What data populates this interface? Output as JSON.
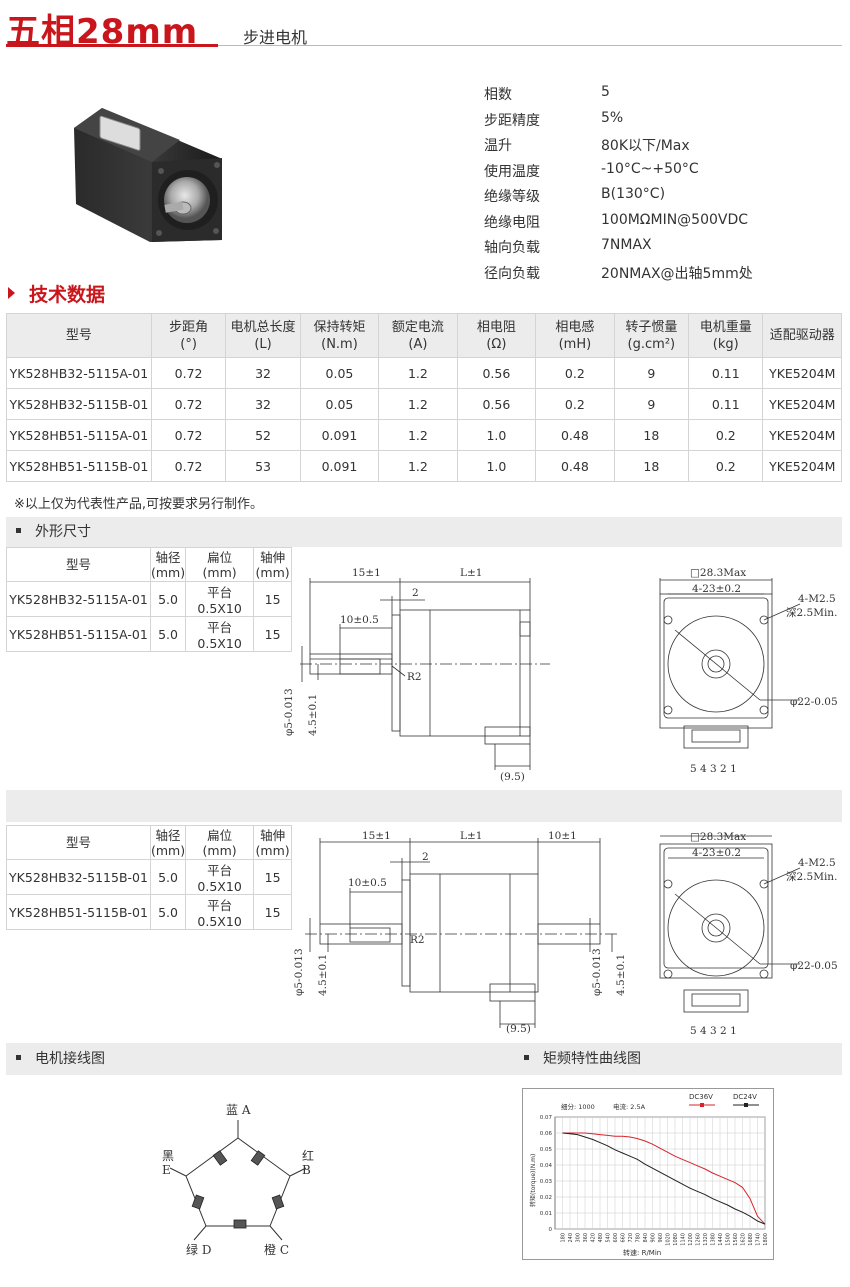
{
  "header": {
    "title": "五相28mm",
    "subtitle": "步进电机"
  },
  "specs": [
    {
      "k": "相数",
      "v": "5"
    },
    {
      "k": "步距精度",
      "v": "5%"
    },
    {
      "k": "温升",
      "v": "80K以下/Max"
    },
    {
      "k": "使用温度",
      "v": "-10°C~+50°C"
    },
    {
      "k": "绝缘等级",
      "v": "B(130°C)"
    },
    {
      "k": "绝缘电阻",
      "v": "100MΩMIN@500VDC"
    },
    {
      "k": "轴向负载",
      "v": "7NMAX"
    },
    {
      "k": "径向负载",
      "v": "20NMAX@出轴5mm处"
    }
  ],
  "section_title": "技术数据",
  "main_table": {
    "headers": [
      [
        "型号",
        ""
      ],
      [
        "步距角",
        "(°)"
      ],
      [
        "电机总长度",
        "(L)"
      ],
      [
        "保持转矩",
        "(N.m)"
      ],
      [
        "额定电流",
        "(A)"
      ],
      [
        "相电阻",
        "(Ω)"
      ],
      [
        "相电感",
        "(mH)"
      ],
      [
        "转子惯量",
        "(g.cm²)"
      ],
      [
        "电机重量",
        "(kg)"
      ],
      [
        "适配驱动器",
        ""
      ]
    ],
    "rows": [
      [
        "YK528HB32-5115A-01",
        "0.72",
        "32",
        "0.05",
        "1.2",
        "0.56",
        "0.2",
        "9",
        "0.11",
        "YKE5204M"
      ],
      [
        "YK528HB32-5115B-01",
        "0.72",
        "32",
        "0.05",
        "1.2",
        "0.56",
        "0.2",
        "9",
        "0.11",
        "YKE5204M"
      ],
      [
        "YK528HB51-5115A-01",
        "0.72",
        "52",
        "0.091",
        "1.2",
        "1.0",
        "0.48",
        "18",
        "0.2",
        "YKE5204M"
      ],
      [
        "YK528HB51-5115B-01",
        "0.72",
        "53",
        "0.091",
        "1.2",
        "1.0",
        "0.48",
        "18",
        "0.2",
        "YKE5204M"
      ]
    ]
  },
  "note": "※以上仅为代表性产品,可按要求另行制作。",
  "outline_title": "外形尺寸",
  "dim_table_a": {
    "headers": [
      [
        "型号",
        ""
      ],
      [
        "轴径",
        "(mm)"
      ],
      [
        "扁位",
        "(mm)"
      ],
      [
        "轴伸",
        "(mm)"
      ]
    ],
    "rows": [
      [
        "YK528HB32-5115A-01",
        "5.0",
        "平台0.5X10",
        "15"
      ],
      [
        "YK528HB51-5115A-01",
        "5.0",
        "平台0.5X10",
        "15"
      ]
    ]
  },
  "dim_table_b": {
    "headers": [
      [
        "型号",
        ""
      ],
      [
        "轴径",
        "(mm)"
      ],
      [
        "扁位",
        "(mm)"
      ],
      [
        "轴伸",
        "(mm)"
      ]
    ],
    "rows": [
      [
        "YK528HB32-5115B-01",
        "5.0",
        "平台0.5X10",
        "15"
      ],
      [
        "YK528HB51-5115B-01",
        "5.0",
        "平台0.5X10",
        "15"
      ]
    ]
  },
  "drawing_a": {
    "d_15": "15±1",
    "d_L": "L±1",
    "d_2": "2",
    "d_10": "10±0.5",
    "d_R2": "R2",
    "d_phi5": "φ5-0.013",
    "d_45": "4.5±0.1",
    "d_95": "(9.5)",
    "d_sq": "□28.3Max",
    "d_423": "4-23±0.2",
    "d_4m25": "4-M2.5",
    "d_depth": "深2.5Min.",
    "d_phi22": "φ22-0.05",
    "pins": "5 4 3 2 1"
  },
  "drawing_b": {
    "d_15": "15±1",
    "d_L": "L±1",
    "d_10r": "10±1",
    "d_2": "2",
    "d_10": "10±0.5",
    "d_R2": "R2",
    "d_phi5": "φ5-0.013",
    "d_45": "4.5±0.1",
    "d_phi5r": "φ5-0.013",
    "d_45r": "4.5±0.1",
    "d_95": "(9.5)",
    "d_sq": "□28.3Max",
    "d_423": "4-23±0.2",
    "d_4m25": "4-M2.5",
    "d_depth": "深2.5Min.",
    "d_phi22": "φ22-0.05",
    "pins": "5 4 3 2 1"
  },
  "wiring_title": "电机接线图",
  "wiring": {
    "a": "蓝 A",
    "b_top": "红",
    "b_bot": "B",
    "e_top": "黑",
    "e_bot": "E",
    "c": "橙 C",
    "d": "绿 D"
  },
  "torque_title": "矩频特性曲线图",
  "chart_data": {
    "type": "line",
    "title": "",
    "info_subdiv": "细分: 1000",
    "info_current": "电流: 2.5A",
    "xlabel": "转速: R/Min",
    "ylabel": "转矩(torque)(N.m)",
    "x": [
      180,
      240,
      300,
      360,
      420,
      480,
      540,
      600,
      660,
      720,
      780,
      840,
      900,
      960,
      1020,
      1080,
      1140,
      1200,
      1260,
      1320,
      1380,
      1440,
      1500,
      1560,
      1620,
      1680,
      1740,
      1800
    ],
    "x_ticks": [
      "180",
      "240",
      "300",
      "360",
      "420",
      "480",
      "540",
      "600",
      "660",
      "720",
      "780",
      "840",
      "900",
      "960",
      "1020",
      "1080",
      "1140",
      "1200",
      "1260",
      "1320",
      "1380",
      "1440",
      "1500",
      "1560",
      "1620",
      "1680",
      "1740",
      "1800"
    ],
    "y_ticks": [
      "0",
      "0.01",
      "0.02",
      "0.03",
      "0.04",
      "0.05",
      "0.06",
      "0.07"
    ],
    "ylim": [
      0,
      0.07
    ],
    "xlim": [
      120,
      1800
    ],
    "legend_position": "top-right",
    "series": [
      {
        "name": "DC36V",
        "color": "#d9232b",
        "values": [
          0.06,
          0.06,
          0.06,
          0.06,
          0.0595,
          0.059,
          0.0585,
          0.058,
          0.058,
          0.0575,
          0.0565,
          0.055,
          0.053,
          0.0505,
          0.048,
          0.0455,
          0.0435,
          0.0415,
          0.0395,
          0.0375,
          0.035,
          0.033,
          0.031,
          0.029,
          0.026,
          0.019,
          0.008,
          0.003
        ]
      },
      {
        "name": "DC24V",
        "color": "#222222",
        "values": [
          0.06,
          0.0595,
          0.059,
          0.0575,
          0.056,
          0.054,
          0.052,
          0.0495,
          0.0475,
          0.0455,
          0.0435,
          0.0405,
          0.038,
          0.0355,
          0.033,
          0.0305,
          0.028,
          0.0255,
          0.0235,
          0.0215,
          0.019,
          0.017,
          0.015,
          0.0125,
          0.0105,
          0.008,
          0.005,
          0.003
        ]
      }
    ]
  }
}
